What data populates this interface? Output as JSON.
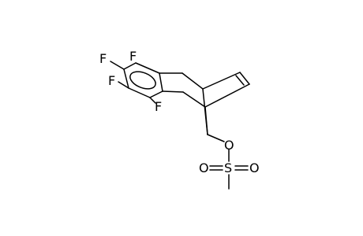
{
  "molecule": {
    "atoms": {
      "f1": "F",
      "f2": "F",
      "f3": "F",
      "f4": "F",
      "o_ester": "O",
      "s": "S",
      "o_sulfonyl_left": "O",
      "o_sulfonyl_right": "O"
    }
  }
}
